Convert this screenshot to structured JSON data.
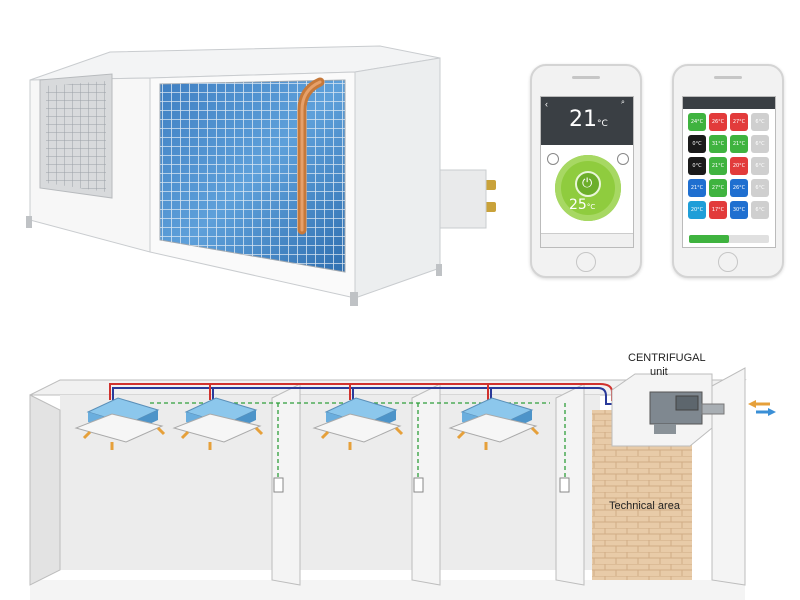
{
  "diagram": {
    "centrifugal_label": "CENTRIFUGAL",
    "unit_label": "unit",
    "technical_area_label": "Technical area"
  },
  "phone_left": {
    "current_temp": "21",
    "setpoint": "25",
    "unit": "°C",
    "power_icon": "power-icon"
  },
  "phone_right": {
    "grid_temps": [
      "24°C",
      "26°C",
      "27°C",
      "6°C",
      "0°C",
      "31°C",
      "21°C",
      "6°C",
      "0°C",
      "21°C",
      "20°C",
      "6°C",
      "21°C",
      "27°C",
      "26°C",
      "6°C",
      "20°C",
      "17°C",
      "30°C",
      "6°C"
    ],
    "tile_colors": [
      "#3fb33f",
      "#e23b3b",
      "#e23b3b",
      "#cfcfcf",
      "#1a1a1a",
      "#3fb33f",
      "#3fb33f",
      "#cfcfcf",
      "#1a1a1a",
      "#3fb33f",
      "#e23b3b",
      "#cfcfcf",
      "#1f6fd0",
      "#3fb33f",
      "#1f6fd0",
      "#cfcfcf",
      "#1f9ed8",
      "#e23b3b",
      "#1f6fd0",
      "#cfcfcf"
    ]
  },
  "colors": {
    "pipe_red": "#d0312d",
    "pipe_blue": "#2a3a9a",
    "condensate": "#2f9e3b",
    "brick": "#e6c8a6"
  }
}
